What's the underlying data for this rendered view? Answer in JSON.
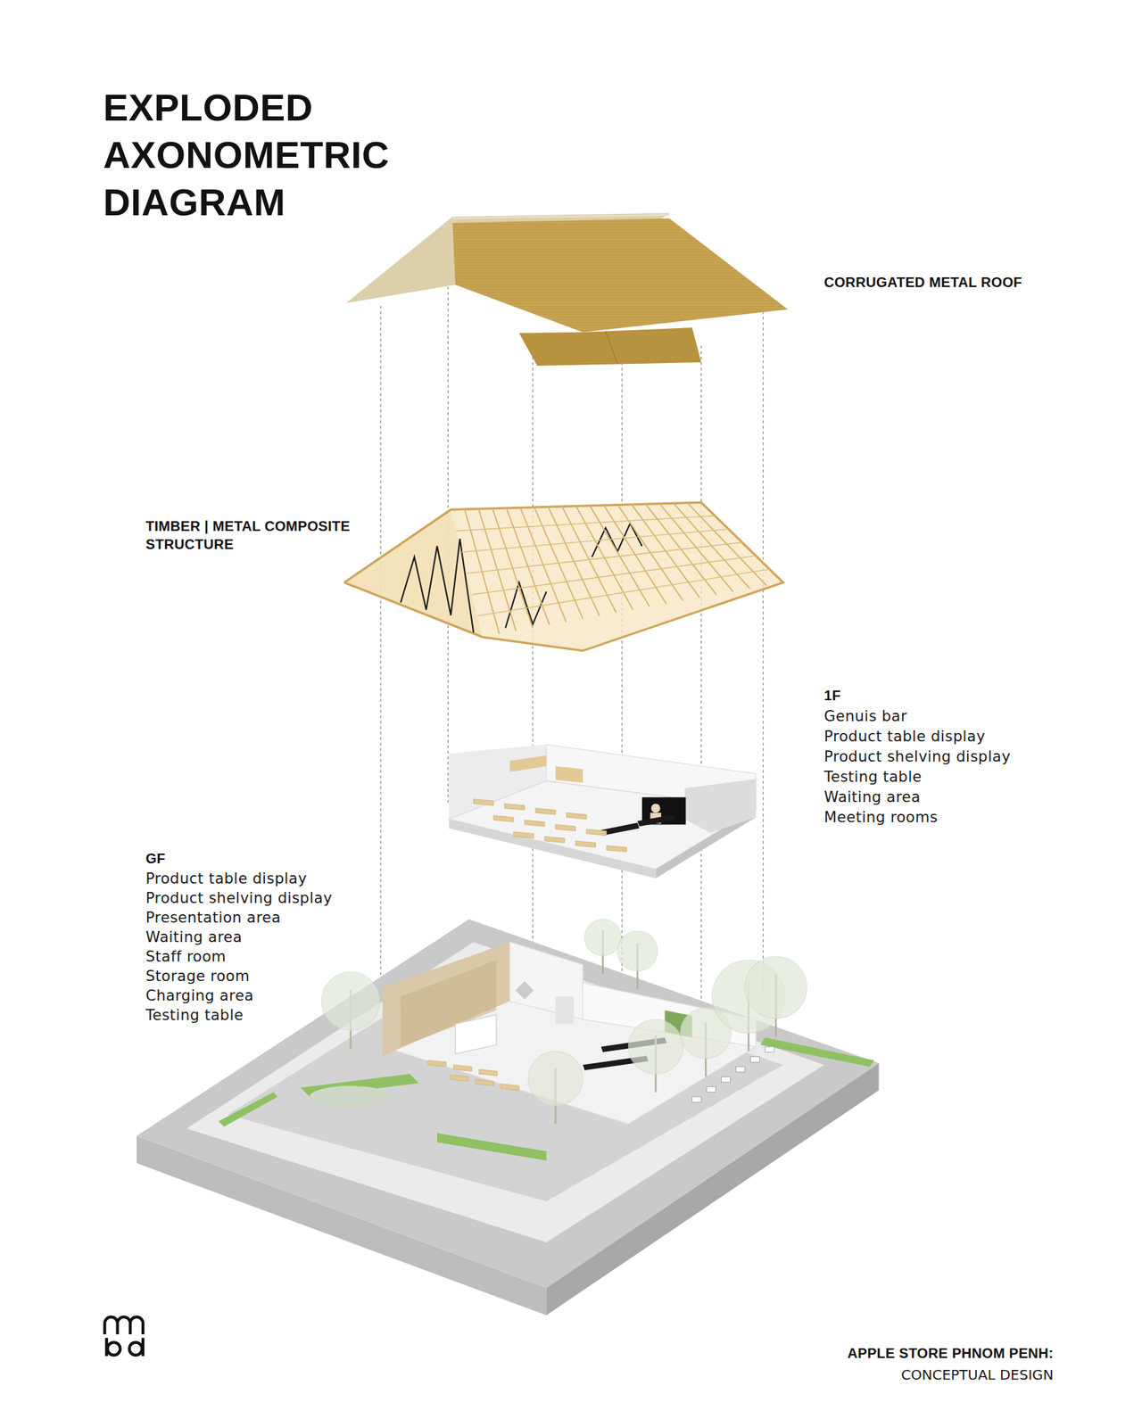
{
  "diagram": {
    "title": "EXPLODED AXONOMETRIC DIAGRAM",
    "labels": [
      "CORRUGATED METAL ROOF",
      "TIMBER | METAL COMPOSITE STRUCTURE",
      "1F",
      "Genuis bar",
      "Product table display",
      "Product shelving display",
      "Testing table",
      "Waiting area",
      "Meeting rooms",
      "GF",
      "Product table display",
      "Product shelving display",
      "Presentation area",
      "Waiting area",
      "Staff room",
      "Storage room",
      "Charging area",
      "Testing table",
      "APPLE STORE PHNOM PENH:",
      "CONCEPTUAL DESIGN"
    ]
  }
}
